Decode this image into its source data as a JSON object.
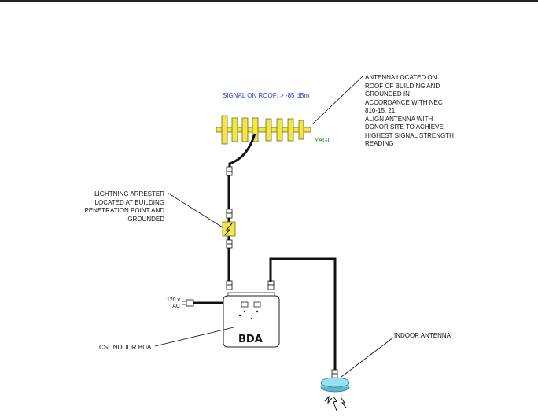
{
  "signal_label": "SIGNAL ON ROOF: > -85 dBm",
  "yagi_label": "YAGI",
  "antenna_note": [
    "ANTENNA LOCATED ON",
    "ROOF OF BUILDING AND",
    "GROUNDED IN",
    "ACCORDANCE WITH NEC",
    "810-15, 21",
    "ALIGN ANTENNA WITH",
    "DONOR SITE TO ACHIEVE",
    "HIGHEST SIGNAL STRENGTH",
    "READING"
  ],
  "arrester_note": [
    "LIGHTNING ARRESTER",
    "LOCATED AT BUILDING",
    "PENETRATION POINT AND",
    "GROUNDED"
  ],
  "power_label": [
    "120 v",
    "AC"
  ],
  "bda_box_label": "BDA",
  "bda_note": "CSI INDOOR BDA",
  "indoor_antenna_note": "INDOOR ANTENNA",
  "colors": {
    "yagi": "#f2e64a",
    "arrester": "#f2e64a",
    "indoor_antenna": "#7fd3e8",
    "signal_text": "#2a3fcf",
    "yagi_text": "#1d8a1d"
  }
}
